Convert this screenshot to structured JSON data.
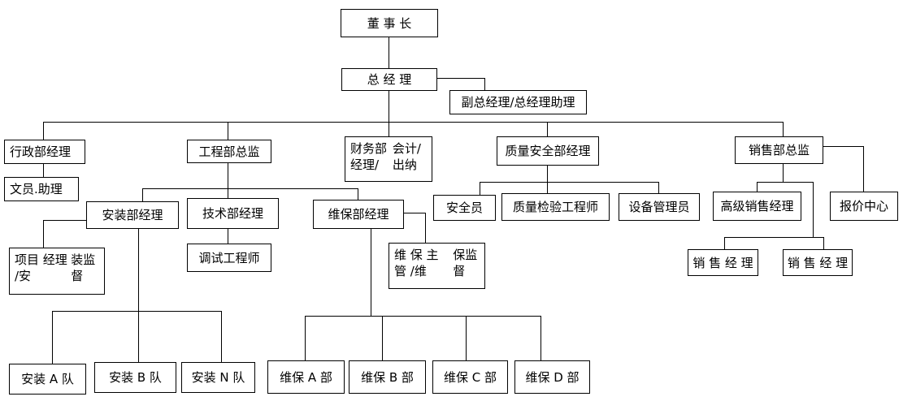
{
  "nodes": {
    "chairman": "董 事 长",
    "general_manager": "总 经 理",
    "deputy_gm": "副总经理/总经理助理",
    "admin_manager": "行政部经理",
    "clerk": "文员.助理",
    "engineering_director": "工程部总监",
    "finance_manager": {
      "line1": "财务部经理/",
      "line2": "会计/出纳"
    },
    "quality_manager": "质量安全部经理",
    "sales_director": "销售部总监",
    "install_manager": "安装部经理",
    "tech_manager": "技术部经理",
    "maintenance_manager": "维保部经理",
    "safety_officer": "安全员",
    "quality_engineer": "质量检验工程师",
    "equipment_manager": "设备管理员",
    "senior_sales_manager": "高级销售经理",
    "quote_center": "报价中心",
    "project_manager": {
      "line1": "项目 经理 /安",
      "line2": "装监督"
    },
    "debug_engineer": "调试工程师",
    "maintenance_supervisor": {
      "line1": "维 保 主 管 /维",
      "line2": "保监督"
    },
    "sales_manager_1": "销 售 经 理",
    "sales_manager_2": "销 售 经 理",
    "install_team_a": "安装 A 队",
    "install_team_b": "安装 B 队",
    "install_team_n": "安装 N 队",
    "maintenance_a": "维保 A 部",
    "maintenance_b": "维保 B 部",
    "maintenance_c": "维保 C 部",
    "maintenance_d": "维保 D 部"
  },
  "colors": {
    "line": "#000000",
    "box_border": "#000000",
    "background": "#ffffff"
  }
}
